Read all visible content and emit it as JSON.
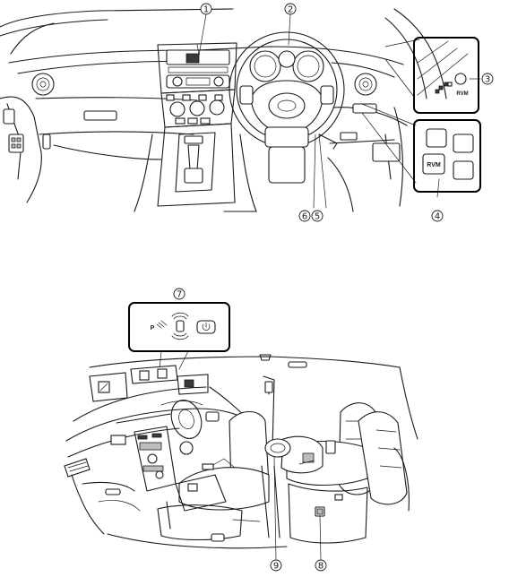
{
  "callouts": {
    "c1": "1",
    "c2": "2",
    "c3": "3",
    "c4": "4",
    "c5": "5",
    "c6": "6",
    "c7": "7",
    "c8": "8",
    "c9": "9"
  },
  "inset_mirror_switch": {
    "label": "RVM"
  },
  "inset_dash_switch": {
    "label": "RVM"
  },
  "inset_overhead": {
    "parking_label": "P"
  },
  "colors": {
    "line": "#1a1a1a",
    "background": "#ffffff",
    "button_fill": "#bdbdbd"
  },
  "icons": [
    "parking-sensor-icon",
    "surround-sensor-icon",
    "power-icon",
    "camera-icon"
  ]
}
